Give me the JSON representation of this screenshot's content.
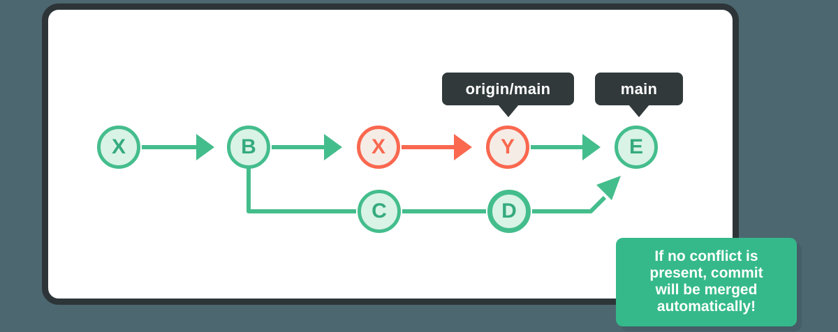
{
  "colors": {
    "background": "#4d6770",
    "card-bg": "#ffffff",
    "card-border": "#2d3538",
    "green": "#44bd8c",
    "green-fill": "#d9f3e6",
    "green-text": "#35ab7d",
    "red": "#f9684f",
    "red-fill": "#f6ece6",
    "label-bg": "#31393b",
    "label-text": "#ffffff",
    "callout-bg": "#35b98b",
    "callout-text": "#ffffff"
  },
  "diagram": {
    "type": "git-commit-graph",
    "nodes": [
      {
        "id": "x1",
        "label": "X",
        "variant": "green",
        "row": "main"
      },
      {
        "id": "b",
        "label": "B",
        "variant": "green",
        "row": "main"
      },
      {
        "id": "x2",
        "label": "X",
        "variant": "red",
        "row": "main"
      },
      {
        "id": "y",
        "label": "Y",
        "variant": "red",
        "row": "main"
      },
      {
        "id": "e",
        "label": "E",
        "variant": "green",
        "row": "main"
      },
      {
        "id": "c",
        "label": "C",
        "variant": "green",
        "row": "branch"
      },
      {
        "id": "d",
        "label": "D",
        "variant": "green",
        "row": "branch"
      }
    ],
    "branch_labels": [
      {
        "id": "origin-main",
        "text": "origin/main",
        "points_to": "Y"
      },
      {
        "id": "main",
        "text": "main",
        "points_to": "E"
      }
    ]
  },
  "callout": {
    "lines": [
      "If no conflict is",
      "present, commit",
      "will be merged",
      "automatically!"
    ]
  }
}
